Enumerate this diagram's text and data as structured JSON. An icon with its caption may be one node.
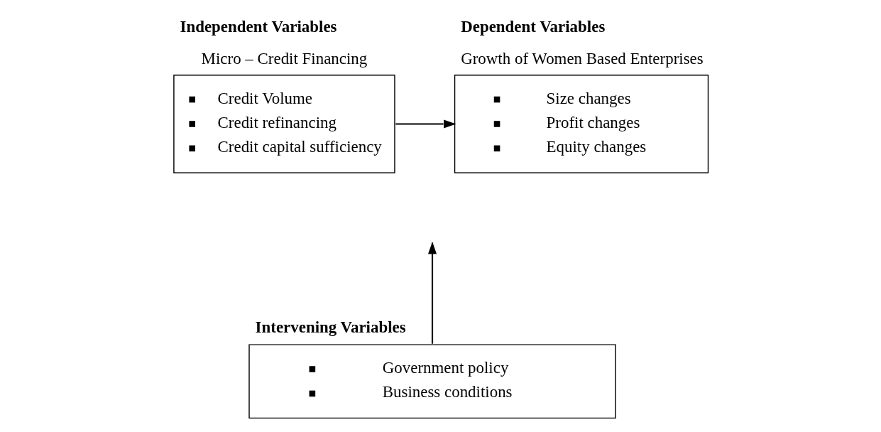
{
  "diagram": {
    "nodes": [
      {
        "text": [
          "Independent Variables",
          "Micro – Credit Financing",
          "Credit Volume",
          "Credit refinancing",
          "Credit capital sufficiency"
        ]
      },
      {
        "text": [
          "Dependent Variables",
          "Growth of Women Based Enterprises",
          "Size changes",
          "Profit changes",
          "Equity changes"
        ]
      },
      {
        "text": [
          "Intervening Variables",
          "Government policy",
          "Business conditions"
        ]
      }
    ],
    "edges": [
      {
        "from": 0,
        "to": 1,
        "arrow": "to"
      },
      {
        "from": 2,
        "to": null,
        "arrow": "to"
      }
    ]
  }
}
